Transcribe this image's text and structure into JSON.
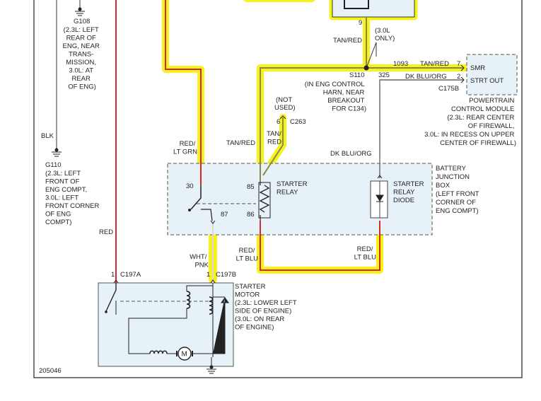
{
  "figure_id": "205046",
  "grounds": {
    "g108": {
      "id": "G108",
      "lines": [
        "(2.3L: LEFT",
        "REAR OF",
        "ENG, NEAR",
        "TRANS-",
        "MISSION,",
        "3.0L: AT",
        "REAR",
        "OF ENG)"
      ]
    },
    "g110": {
      "id": "G110",
      "lines": [
        "(2.3L: LEFT",
        "FRONT OF",
        "ENG COMPT,",
        "3.0L: LEFT",
        "FRONT CORNER",
        "OF ENG",
        "COMPT)"
      ]
    }
  },
  "wires": {
    "blk": "BLK",
    "red_left": "RED",
    "tan_red_top": "TAN/RED",
    "three_l_only": [
      "(3.0L",
      "ONLY)"
    ],
    "circuit_1093": "1093",
    "tan_red_right": "TAN/RED",
    "circuit_325": "325",
    "dk_blu_org_right": "DK BLU/ORG",
    "red_lt_grn": [
      "RED/",
      "LT GRN"
    ],
    "tan_red_mid": "TAN/RED",
    "tan_red_relay": [
      "TAN/",
      "RED"
    ],
    "dk_blu_org_mid": "DK BLU/ORG",
    "wht_pnk": [
      "WHT/",
      "PNK"
    ],
    "red_lt_blu_left": [
      "RED/",
      "LT BLU"
    ],
    "red_lt_blu_right": [
      "RED/",
      "LT BLU"
    ]
  },
  "splice": {
    "id": "S110",
    "lines": [
      "(IN ENG CONTROL",
      "HARN, NEAR",
      "BREAKOUT",
      "FOR C134)"
    ]
  },
  "not_used": {
    "lines": [
      "(NOT",
      "USED)"
    ],
    "pin": "6",
    "connector": "C263"
  },
  "pcm": {
    "pins": {
      "smr": "SMR",
      "smr_pin": "7",
      "strt": "STRT OUT",
      "strt_pin": "2"
    },
    "connector": "C175B",
    "lines": [
      "POWERTRAIN",
      "CONTROL MODULE",
      "(2.3L: REAR CENTER",
      "OF FIREWALL,",
      "3.0L: IN RECESS ON UPPER",
      "CENTER OF FIREWALL)"
    ]
  },
  "bjb": {
    "lines": [
      "BATTERY",
      "JUNCTION",
      "BOX",
      "(LEFT FRONT",
      "CORNER OF",
      "ENG COMPT)"
    ]
  },
  "relay": {
    "lines": [
      "STARTER",
      "RELAY"
    ],
    "pins": {
      "p30": "30",
      "p85": "85",
      "p87": "87",
      "p86": "86"
    }
  },
  "diode": {
    "lines": [
      "STARTER",
      "RELAY",
      "DIODE"
    ]
  },
  "top_pin": "9",
  "starter": {
    "c197a_pin": "1",
    "c197a": "C197A",
    "c197b_pin": "1",
    "c197b": "C197B",
    "motor_symbol": "M",
    "lines": [
      "STARTER",
      "MOTOR",
      "(2.3L: LOWER LEFT",
      "SIDE OF ENGINE)",
      "(3.0L: ON REAR",
      "OF ENGINE)"
    ]
  },
  "colors": {
    "highlight": "#f6f31a",
    "red_wire": "#d9262a",
    "olive_wire": "#8a8850",
    "box_fill": "#e6f1f8"
  }
}
